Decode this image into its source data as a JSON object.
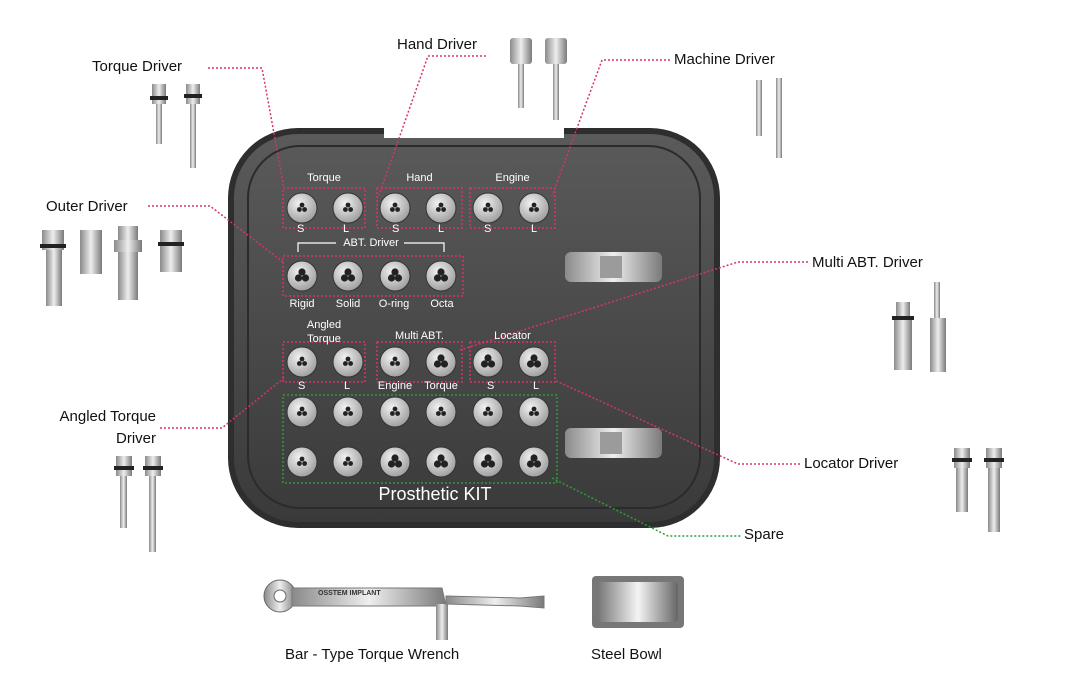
{
  "callouts": {
    "torque_driver": "Torque Driver",
    "hand_driver": "Hand Driver",
    "machine_driver": "Machine Driver",
    "outer_driver": "Outer Driver",
    "multi_abt_driver": "Multi ABT. Driver",
    "angled_torque_driver": "Angled Torque Driver",
    "locator_driver": "Locator Driver",
    "spare": "Spare"
  },
  "tray": {
    "torque_title": "Torque",
    "hand_title": "Hand",
    "engine_title": "Engine",
    "s": "S",
    "l": "L",
    "abt_title": "ABT. Driver",
    "abt_rigid": "Rigid",
    "abt_solid": "Solid",
    "abt_oring": "O-ring",
    "abt_octa": "Octa",
    "angled_title": "Angled Torque",
    "multi_title": "Multi ABT.",
    "multi_engine": "Engine",
    "multi_torque": "Torque",
    "locator_title": "Locator",
    "kit_title": "Prosthetic KIT"
  },
  "bottom": {
    "wrench_label": "Bar - Type Torque Wrench",
    "wrench_brand": "OSSTEM IMPLANT",
    "bowl_label": "Steel Bowl"
  },
  "colors": {
    "callout_line": "#d6336c",
    "spare_line": "#2a9d3a",
    "tray": "#4a4a4a",
    "slot": "#c9c9c9"
  }
}
